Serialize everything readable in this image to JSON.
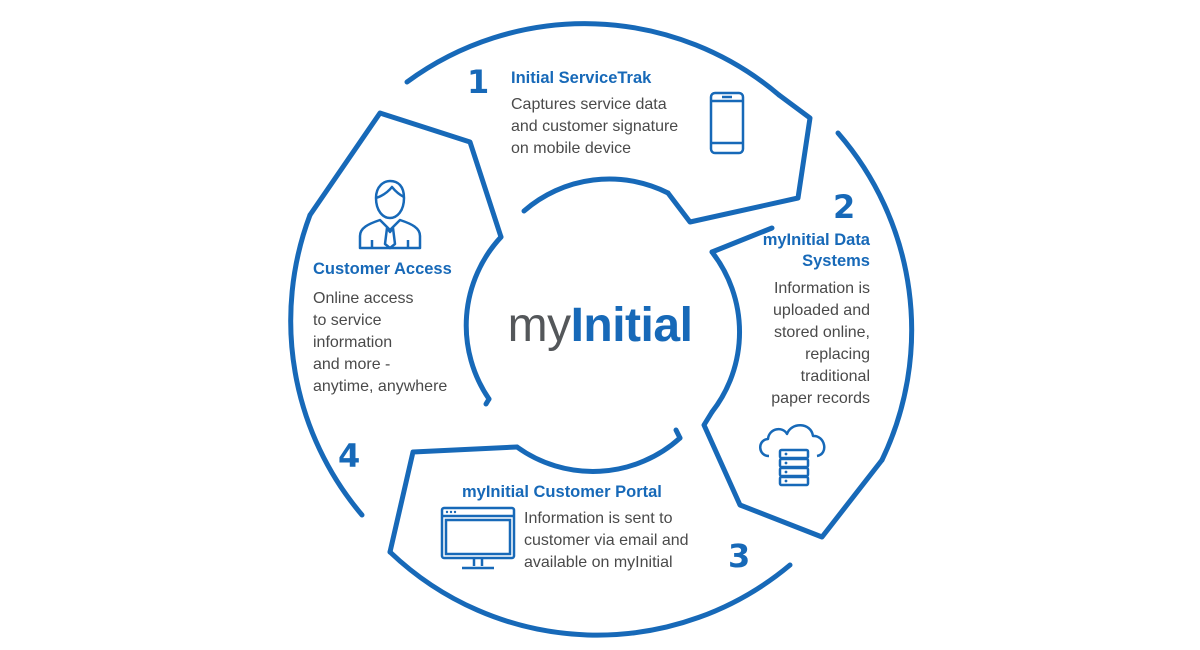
{
  "brand": {
    "prefix": "my",
    "name": "Initial",
    "primary_color": "#1769b8",
    "text_color": "#4a4a4a",
    "logo_gray": "#54575a"
  },
  "steps": [
    {
      "number": "1",
      "title": "Initial ServiceTrak",
      "description": [
        "Captures service data",
        "and customer signature",
        "on mobile device"
      ],
      "icon": "mobile-phone-icon"
    },
    {
      "number": "2",
      "title": [
        "myInitial Data",
        "Systems"
      ],
      "description": [
        "Information is",
        "uploaded and",
        "stored online,",
        "replacing",
        "traditional",
        "paper records"
      ],
      "icon": "cloud-server-icon"
    },
    {
      "number": "3",
      "title": "myInitial Customer Portal",
      "description": [
        "Information is sent to",
        "customer via email and",
        "available on myInitial"
      ],
      "icon": "computer-monitor-icon"
    },
    {
      "number": "4",
      "title": "Customer Access",
      "description": [
        "Online access",
        "to service",
        "information",
        "and more -",
        "anytime, anywhere"
      ],
      "icon": "business-person-icon"
    }
  ]
}
